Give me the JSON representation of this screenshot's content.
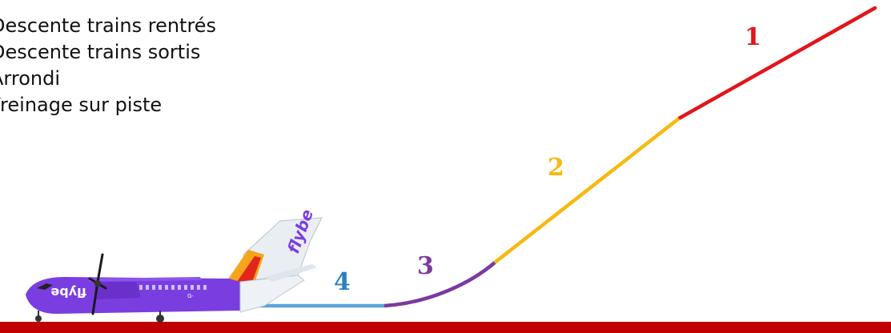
{
  "legend": {
    "items": [
      "Descente trains rentrés",
      "Descente trains sortis",
      "Arrondi",
      "Freinage sur piste"
    ]
  },
  "phases": [
    {
      "number": "1",
      "color": "#e3141b"
    },
    {
      "number": "2",
      "color": "#f6b90f"
    },
    {
      "number": "3",
      "color": "#7b3aa0"
    },
    {
      "number": "4",
      "color": "#2f7fc1"
    }
  ],
  "runway": {
    "color": "#c00000"
  },
  "aircraft": {
    "livery_text": "flybe",
    "registration": "G-",
    "colors": {
      "fuselage": "#7a3ee0",
      "tail": "#dfe6ee",
      "stripe_red": "#e3261c",
      "stripe_orange": "#f5a51a"
    }
  }
}
